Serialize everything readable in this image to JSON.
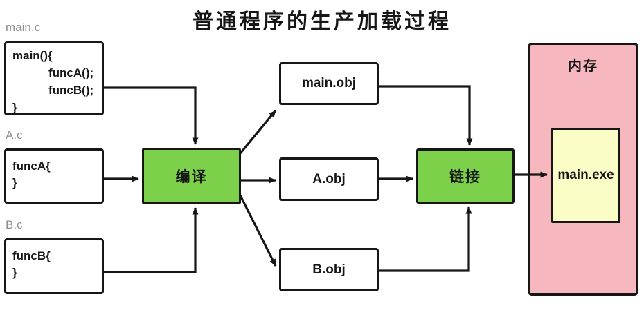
{
  "title": "普通程序的生产加载过程",
  "colors": {
    "process_fill": "#7dd04a",
    "memory_fill": "#f6b8be",
    "exe_fill": "#fbfdc6",
    "stroke": "#161616",
    "file_label": "#8f8f8f",
    "text": "#161616"
  },
  "source_files": {
    "main": {
      "label": "main.c",
      "code": [
        "main(){",
        "funcA();",
        "funcB();",
        "}"
      ]
    },
    "a": {
      "label": "A.c",
      "code": [
        "funcA{",
        "}"
      ]
    },
    "b": {
      "label": "B.c",
      "code": [
        "funcB{",
        "}"
      ]
    }
  },
  "processes": {
    "compile": "编译",
    "link": "链接"
  },
  "object_files": {
    "main": "main.obj",
    "a": "A.obj",
    "b": "B.obj"
  },
  "memory": {
    "label": "内存",
    "exe": "main.exe"
  }
}
